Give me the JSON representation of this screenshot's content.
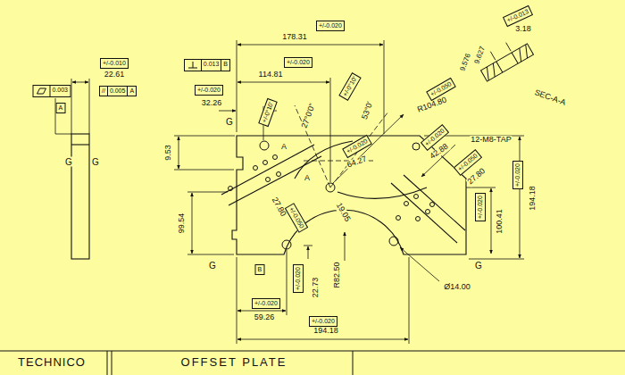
{
  "diagram": {
    "title": "OFFSET PLATE",
    "nodes": [
      {
        "text": [
          "+/-0.013"
        ]
      },
      {
        "text": [
          "+/-0.020"
        ]
      },
      {
        "text": [
          "+/-0.010"
        ]
      },
      {
        "text": [
          "0.013",
          "B"
        ]
      },
      {
        "text": [
          "+/-0.020"
        ]
      },
      {
        "text": [
          "+/-0.020"
        ]
      },
      {
        "text": [
          "0.003"
        ]
      },
      {
        "text": [
          "//",
          "0.005",
          "A"
        ]
      },
      {
        "text": [
          "A"
        ]
      },
      {
        "text": [
          "+/-0°10'"
        ]
      },
      {
        "text": [
          "+/-0°10'"
        ]
      },
      {
        "text": [
          "+/-0.050"
        ]
      },
      {
        "text": [
          "+/-0.020"
        ]
      },
      {
        "text": [
          "+/-0.020"
        ]
      },
      {
        "text": [
          "+/-0.050"
        ]
      },
      {
        "text": [
          "+/-0.020"
        ]
      },
      {
        "text": [
          "+/-0.020"
        ]
      },
      {
        "text": [
          "+/-0.050"
        ]
      },
      {
        "text": [
          "B"
        ]
      },
      {
        "text": [
          "+/-0.020"
        ]
      },
      {
        "text": [
          "+/-0.020"
        ]
      },
      {
        "text": [
          "+/-0.020"
        ]
      }
    ],
    "labels": [
      "3.18",
      "178.31",
      "9.627",
      "9.576",
      "22.61",
      "114.81",
      "SEC-A-A",
      "32.26",
      "R104.80",
      "53°0'",
      "27°0'0\"",
      "G",
      "12-M8-TAP",
      "A",
      "9.53",
      "64.27",
      "42.88",
      "G",
      "G",
      "A",
      "27.80",
      "27.80",
      "19.05",
      "194.18",
      "100.41",
      "99.54",
      "G",
      "G",
      "R82.50",
      "22.73",
      "Ø14.00",
      "59.26",
      "194.18",
      "TECHNICO"
    ]
  }
}
